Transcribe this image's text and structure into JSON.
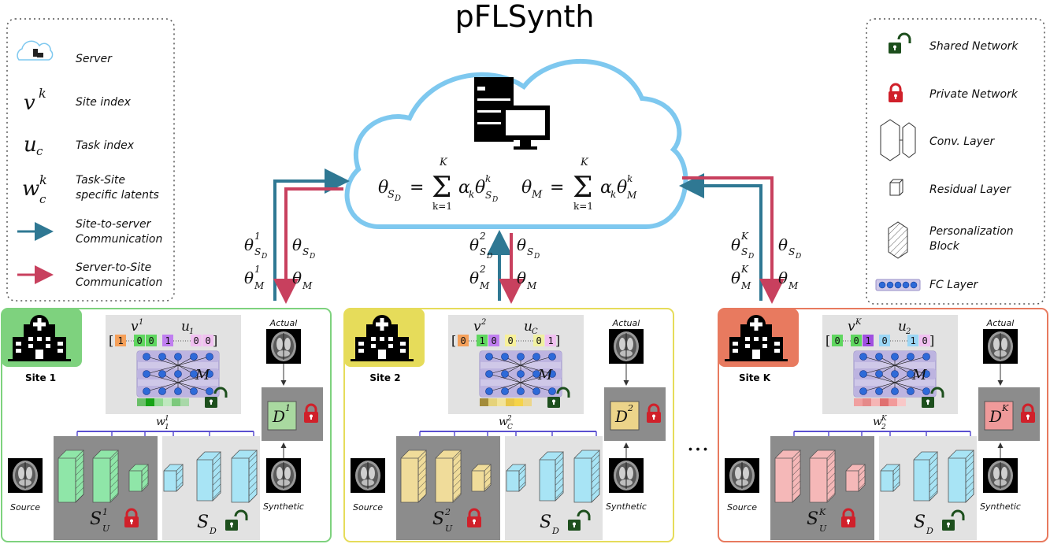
{
  "title": "pFLSynth",
  "legend_left": {
    "server": "Server",
    "site_symbol": "v",
    "site_sup": "k",
    "site_index": "Site index",
    "task_symbol": "u",
    "task_sub": "c",
    "task_index": "Task index",
    "latent_symbol": "w",
    "latent_sup": "k",
    "latent_sub": "c",
    "latent_line1": "Task-Site",
    "latent_line2": "specific latents",
    "s2s_line1": "Site-to-server",
    "s2s_line2": "Communication",
    "srv2site_line1": "Server-to-Site",
    "srv2site_line2": "Communication"
  },
  "legend_right": {
    "shared": "Shared Network",
    "private": "Private Network",
    "conv": "Conv. Layer",
    "residual": "Residual Layer",
    "pers1": "Personalization",
    "pers2": "Block",
    "fc": "FC Layer"
  },
  "server_eq": {
    "eq1_lhs": "θ",
    "eq1_lhs_sub": "S",
    "eq1_lhs_subsub": "D",
    "eq2_lhs": "θ",
    "eq2_lhs_sub": "M",
    "equals": "=",
    "sum_top": "K",
    "sum_bottom": "k=1",
    "sigma": "Σ",
    "term": "α",
    "term_sub": "k",
    "theta": "θ",
    "theta_sup": "k"
  },
  "comm": {
    "up1_sup": "1",
    "up2_sup": "2",
    "upK_sup": "K",
    "theta": "θ",
    "sub_S": "S",
    "sub_D": "D",
    "sub_M": "M"
  },
  "ellipsis": "...",
  "sites": [
    {
      "name": "Site 1",
      "v_sup": "1",
      "u_sub": "1",
      "vector": [
        "1",
        "0",
        "0",
        "1",
        "0",
        "0"
      ],
      "vector_colors": [
        "#f5a05a",
        "#5fd65f",
        "#5fd65f",
        "#c07ff0",
        "#f0c0f0",
        "#f0c0f0"
      ],
      "latent_colors": [
        "#6abf69",
        "#16a316",
        "#8fd98f",
        "#bfe8bf",
        "#7cc97c",
        "#a9d8a9"
      ],
      "w_sup": "1",
      "w_sub": "1",
      "D_sup": "1",
      "S_sup": "1",
      "accent": "#7ed27e",
      "disc_fill": "#a9d9a0",
      "block_fill": "#8fe6a8",
      "actual": "Actual",
      "synthetic": "Synthetic",
      "source": "Source",
      "M": "M",
      "D": "D",
      "S_U": "S",
      "S_U_sub": "U",
      "S_D": "S",
      "S_D_sub": "D"
    },
    {
      "name": "Site 2",
      "v_sup": "2",
      "u_sub": "C",
      "vector": [
        "0",
        "1",
        "0",
        "0",
        "0",
        "1"
      ],
      "vector_colors": [
        "#f5a05a",
        "#5fd65f",
        "#c07ff0",
        "#f7f09a",
        "#f0f0a0",
        "#f0c0f0"
      ],
      "latent_colors": [
        "#a38b3a",
        "#e5d27a",
        "#f2e39a",
        "#e8c64a",
        "#f5d34a",
        "#ecd68a"
      ],
      "w_sup": "2",
      "w_sub": "C",
      "D_sup": "2",
      "S_sup": "2",
      "accent": "#e6dc5a",
      "disc_fill": "#ecd48a",
      "block_fill": "#f0dc9a",
      "actual": "Actual",
      "synthetic": "Synthetic",
      "source": "Source",
      "M": "M",
      "D": "D",
      "S_U": "S",
      "S_U_sub": "U",
      "S_D": "S",
      "S_D_sub": "D"
    },
    {
      "name": "Site K",
      "v_sup": "K",
      "u_sub": "2",
      "vector": [
        "0",
        "0",
        "1",
        "0",
        "1",
        "0"
      ],
      "vector_colors": [
        "#5fd65f",
        "#5fd65f",
        "#a050e0",
        "#9bd6f5",
        "#9bd6f5",
        "#f0c0f0"
      ],
      "latent_colors": [
        "#f0a0a0",
        "#e58a8a",
        "#f5b5b5",
        "#e07070",
        "#f29a9a",
        "#f8c8c8"
      ],
      "w_sup": "K",
      "w_sub": "2",
      "D_sup": "K",
      "S_sup": "K",
      "accent": "#e87a5f",
      "disc_fill": "#ef9a9a",
      "block_fill": "#f5b8b8",
      "actual": "Actual",
      "synthetic": "Synthetic",
      "source": "Source",
      "M": "M",
      "D": "D",
      "S_U": "S",
      "S_U_sub": "U",
      "S_D": "S",
      "S_D_sub": "D"
    }
  ],
  "colors": {
    "site_to_server": "#2f7893",
    "server_to_site": "#c8405e",
    "cloud": "#7ec8ef",
    "shared_lock": "#1d4f1d",
    "private_lock": "#d0202a",
    "blue_conn": "#5a4fd0"
  }
}
